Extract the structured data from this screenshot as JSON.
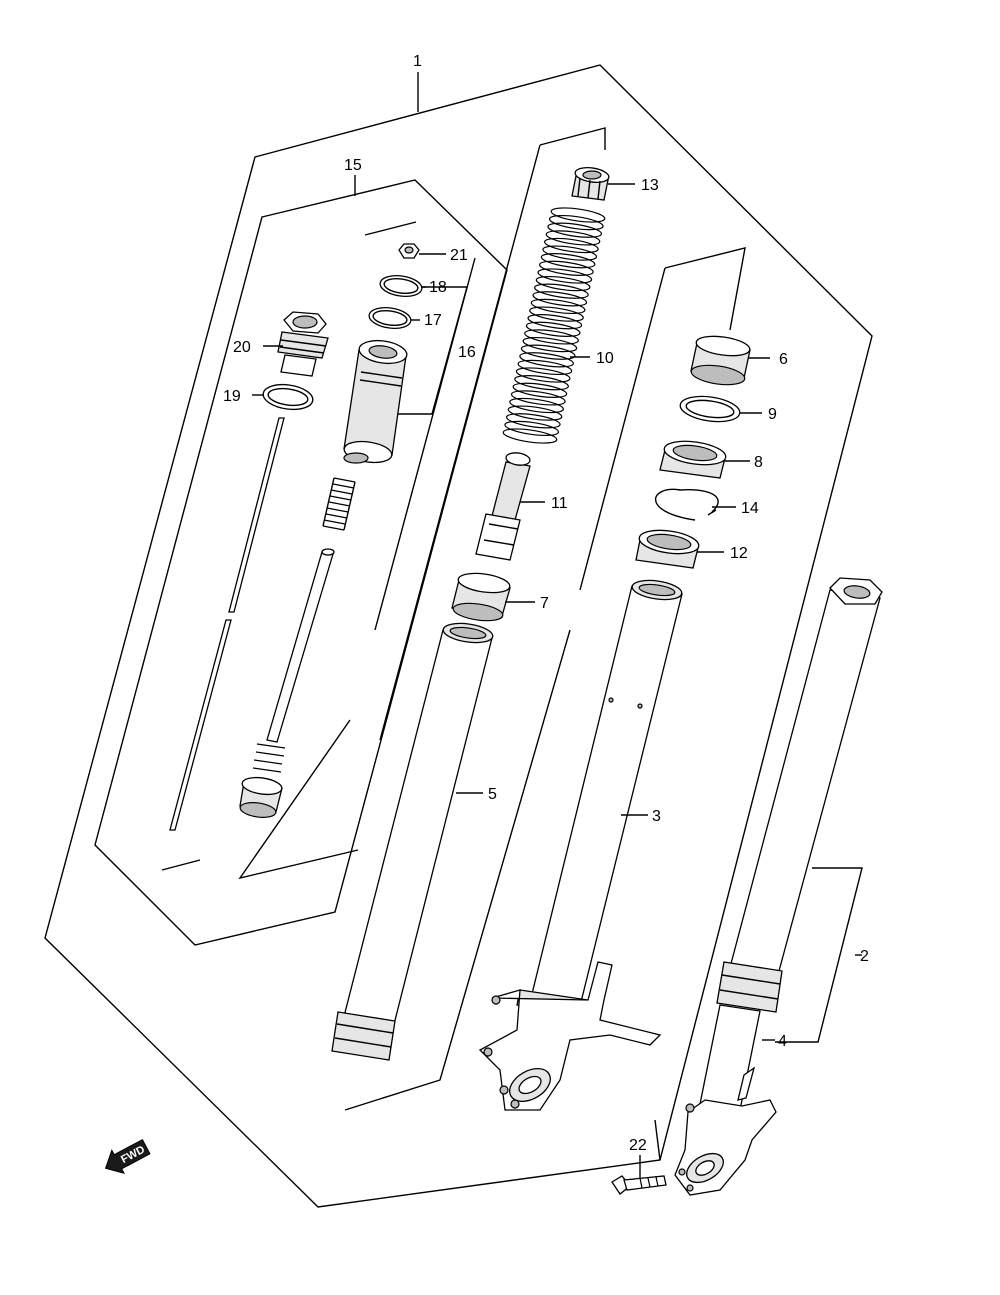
{
  "diagram": {
    "callouts": [
      "1",
      "2",
      "3",
      "4",
      "5",
      "6",
      "7",
      "8",
      "9",
      "10",
      "11",
      "12",
      "13",
      "14",
      "15",
      "16",
      "17",
      "18",
      "19",
      "20",
      "21",
      "22"
    ],
    "direction_label": "FWD"
  }
}
